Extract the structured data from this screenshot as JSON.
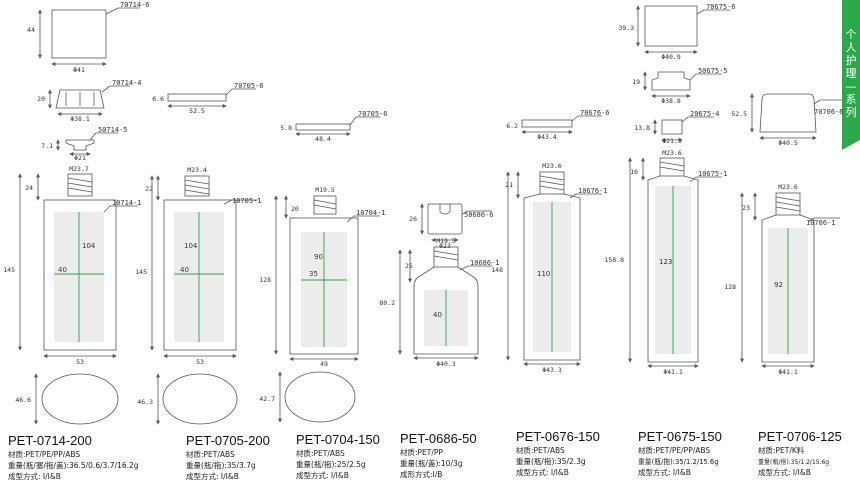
{
  "side_label": [
    "个",
    "人",
    "护",
    "理",
    "—",
    "系",
    "列"
  ],
  "products": [
    {
      "model": "PET-0714-200",
      "material": "材质:PET/PE/PP/ABS",
      "weight": "重量(瓶/塞/拖/盖):36.5/0.6/3.7/16.2g",
      "process": "成型方式: I/I&B",
      "cap": {
        "part": "70714-6",
        "height": "44",
        "dia": "Φ41"
      },
      "overcap": {
        "part": "70714-4",
        "height": "20",
        "dia": "Φ38.1"
      },
      "plug": {
        "part": "50714-5",
        "height": "7.1",
        "dia": "Φ21"
      },
      "bottle": {
        "part": "10714-1",
        "thread": "M23.7",
        "neck": "24",
        "height": "145",
        "width": "53",
        "label_h": "104",
        "label_w": "40",
        "oval": "46.6"
      }
    },
    {
      "model": "PET-0705-200",
      "material": "材质:PET/ABS",
      "weight": "重量(瓶/拖):35/3.7g",
      "process": "成型方式: I/I&B",
      "tray": {
        "part": "70705-6",
        "height": "6.6",
        "width": "52.5"
      },
      "bottle": {
        "part": "10705-1",
        "thread": "M23.4",
        "neck": "22",
        "height": "145",
        "width": "53",
        "label_h": "104",
        "label_w": "40",
        "oval": "46.3"
      }
    },
    {
      "model": "PET-0704-150",
      "material": "材质:PET/ABS",
      "weight": "重量(瓶/拖):25/2.5g",
      "process": "成型方式: I/I&B",
      "tray": {
        "part": "70705-6",
        "height": "5.8",
        "width": "48.4"
      },
      "bottle": {
        "part": "10704-1",
        "thread": "M19.5",
        "neck": "20",
        "height": "128",
        "width": "49",
        "label_h": "90",
        "label_w": "35",
        "oval": "42.7"
      }
    },
    {
      "model": "PET-0686-50",
      "material": "材质:PET/PP",
      "weight": "重量(瓶/盖):10/3g",
      "process": "成形方式:I/B",
      "cap": {
        "part": "50686-6",
        "height": "26",
        "dia": "Φ23"
      },
      "bottle": {
        "part": "10686-1",
        "thread": "M19.5",
        "neck": "25",
        "height": "80.2",
        "width": "Φ40.3",
        "label_h": "40"
      }
    },
    {
      "model": "PET-0676-150",
      "material": "材质:PET/ABS",
      "weight": "重量(瓶/拖):35/2.3g",
      "process": "成型方式: I/I&B",
      "tray": {
        "part": "70676-6",
        "height": "6.2",
        "width": "Φ43.4"
      },
      "bottle": {
        "part": "10676-1",
        "thread": "M23.6",
        "neck": "21",
        "height": "148",
        "width": "Φ43.3",
        "label_h": "110"
      }
    },
    {
      "model": "PET-0675-150",
      "material": "材质:PET/PE/PP/ABS",
      "weight": "重量(瓶/拖):35/1.2/15.6g",
      "process": "成型方式: I/I&B",
      "cap": {
        "part": "70675-6",
        "height": "39.3",
        "dia": "Φ40.9"
      },
      "overcap": {
        "part": "50675-5",
        "height": "19",
        "dia": "Φ38.8"
      },
      "plug": {
        "part": "20675-4",
        "height": "13.8",
        "dia": "Φ21.3"
      },
      "bottle": {
        "part": "10675-1",
        "thread": "M23.6",
        "neck": "16",
        "height": "158.8",
        "width": "Φ41.1",
        "label_h": "123"
      }
    },
    {
      "model": "PET-0706-125",
      "material": "材质:PET/K料",
      "weight": "重量(瓶/拖):35/1.2/15.6g",
      "process": "成型方式: I/I&B",
      "cap": {
        "part": "70706-6",
        "height": "52.5",
        "dia": "Φ40.5"
      },
      "bottle": {
        "part": "10706-1",
        "thread": "M23.6",
        "neck": "23",
        "height": "128",
        "width": "Φ41.1",
        "label_h": "92"
      }
    }
  ]
}
